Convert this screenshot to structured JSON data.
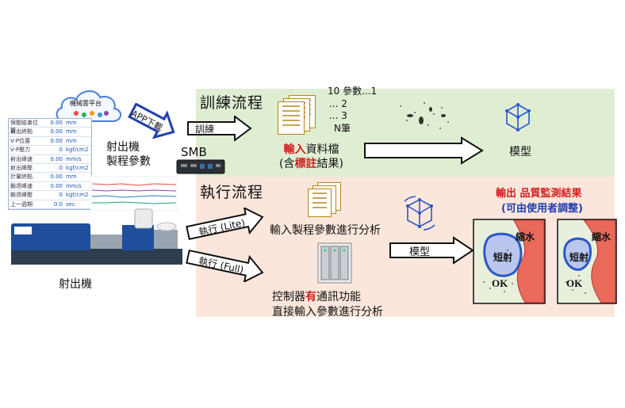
{
  "training": {
    "title": "訓練流程",
    "arrow_label": "訓練",
    "param_list": [
      "10 參數...1",
      "... 2",
      "... 3",
      "N筆"
    ],
    "input_file_prefix": "輸入",
    "input_file_suffix": "資料檔",
    "input_note_open": "(含",
    "input_note_bold": "標註",
    "input_note_close": "結果)",
    "model_label": "模型"
  },
  "execution": {
    "title": "執行流程",
    "lite_label": "執行 (Lite)",
    "full_label": "執行 (Full)",
    "lite_text": "輸入製程參數進行分析",
    "full_text_pre": "控制器",
    "full_text_bold": "有",
    "full_text_post": "通訊功能",
    "full_text_line2": "直接輸入參數進行分析",
    "model_arrow_label": "模型",
    "output_title": "輸出 品質監測結果",
    "output_subtitle": "(可由使用者調整)",
    "result_labels": {
      "shrink": "縮水",
      "short": "短射",
      "ok": "OK"
    }
  },
  "left": {
    "cloud_title": "機械雲平台",
    "app_label": "APP下載",
    "process_label_line1": "射出機",
    "process_label_line2": "製程參數",
    "smb_label": "SMB",
    "machine_label": "射出機",
    "param_table": [
      [
        "保壓結束位置",
        "0.00",
        "mm"
      ],
      [
        "射出終點",
        "0.00",
        "mm"
      ],
      [
        "V-P位置",
        "0.00",
        "mm"
      ],
      [
        "V-P壓力",
        "0",
        "kgf/cm2"
      ],
      [
        "射出峰速",
        "0.00",
        "mm/s"
      ],
      [
        "射出峰壓",
        "0",
        "kgf/cm2"
      ],
      [
        "計量終點",
        "0.00",
        "mm"
      ],
      [
        "鎖退峰速",
        "0.00",
        "mm/s"
      ],
      [
        "鎖退峰壓",
        "0",
        "kgf/cm2"
      ],
      [
        "上一週期",
        "0.0",
        "sec"
      ]
    ]
  },
  "colors": {
    "training_bg": "#dfeed3",
    "execution_bg": "#fbe6dc",
    "accent_red": "#d21e1e",
    "accent_blue": "#1f3fb0",
    "region_red": "#e96a5a",
    "region_blue": "#2b57c9"
  }
}
